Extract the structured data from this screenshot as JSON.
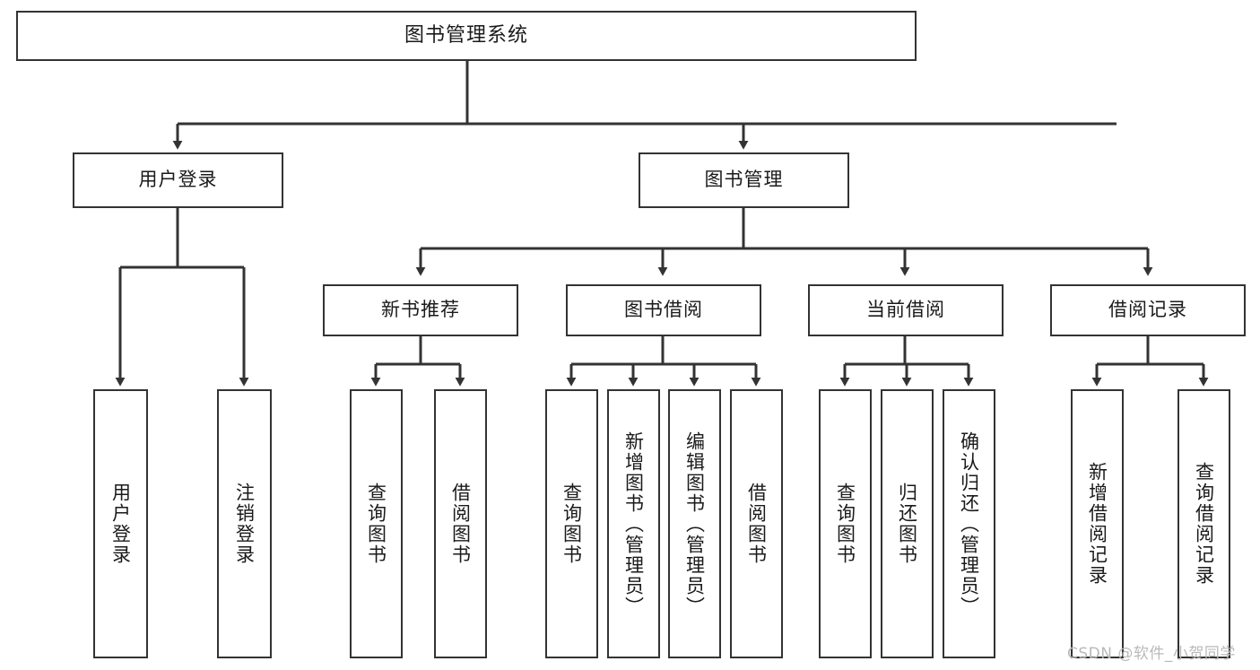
{
  "diagram": {
    "type": "tree-hierarchy-chart",
    "title": "图书管理系统",
    "orientation": "top-down",
    "colors": {
      "box_border": "#333333",
      "box_fill": "#ffffff",
      "connector": "#333333",
      "text": "#1a1a1a",
      "watermark": "#b9b9b9"
    },
    "root": {
      "label": "图书管理系统"
    },
    "level2": [
      {
        "label": "用户登录"
      },
      {
        "label": "图书管理"
      }
    ],
    "level3": [
      {
        "label": "新书推荐"
      },
      {
        "label": "图书借阅"
      },
      {
        "label": "当前借阅"
      },
      {
        "label": "借阅记录"
      }
    ],
    "leaves": {
      "user_login": [
        {
          "label": "用户登录"
        },
        {
          "label": "注销登录"
        }
      ],
      "new_book_recommend": [
        {
          "label": "查询图书"
        },
        {
          "label": "借阅图书"
        }
      ],
      "book_borrow": [
        {
          "label": "查询图书"
        },
        {
          "label": "新增图书（管理员）"
        },
        {
          "label": "编辑图书（管理员）"
        },
        {
          "label": "借阅图书"
        }
      ],
      "current_borrow": [
        {
          "label": "查询图书"
        },
        {
          "label": "归还图书"
        },
        {
          "label": "确认归还（管理员）"
        }
      ],
      "borrow_record": [
        {
          "label": "新增借阅记录"
        },
        {
          "label": "查询借阅记录"
        }
      ]
    }
  },
  "watermark": {
    "text": "CSDN @软件_小贺同学"
  }
}
